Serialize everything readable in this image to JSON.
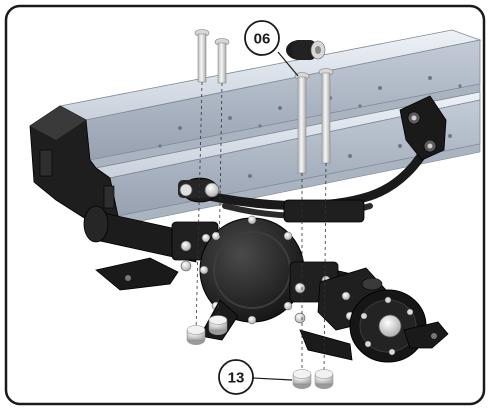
{
  "figure": {
    "callouts": [
      {
        "id": "callout-06",
        "label": "06"
      },
      {
        "id": "callout-13",
        "label": "13"
      }
    ],
    "colors": {
      "frame_border": "#1a1a1a",
      "rail_light": "#dde3ec",
      "rail_mid": "#b9c2cf",
      "rail_dark": "#8c96a5",
      "metal_dark": "#2a2a2a",
      "metal_black": "#151515",
      "bolt_silver": "#e6e6e6"
    },
    "icons": [
      "bolt-icon",
      "nut-icon",
      "leaf-spring-icon",
      "axle-icon",
      "chassis-rail-icon"
    ]
  }
}
